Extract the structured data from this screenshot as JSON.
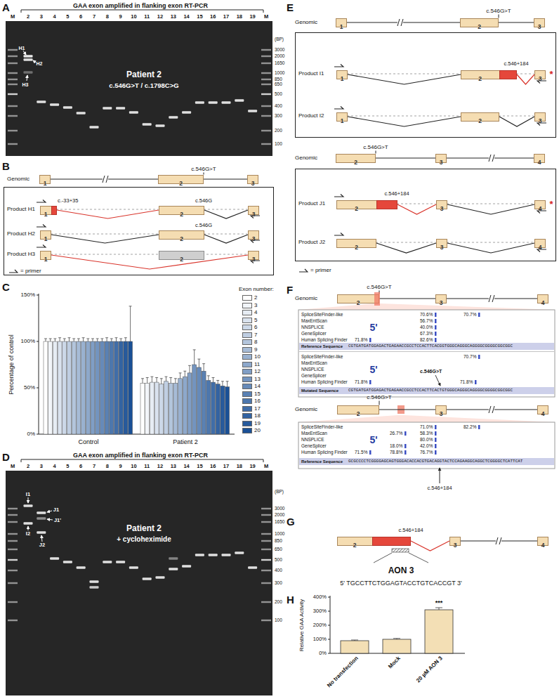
{
  "diagram": {
    "nodes": [
      {
        "text": [
          "1"
        ]
      },
      {
        "text": [
          "2"
        ]
      },
      {
        "text": [
          "3"
        ]
      },
      {
        "text": [
          "Product H1",
          "Product H2",
          "Product H3"
        ]
      },
      {
        "text": [
          "1"
        ],
        "in": 3
      },
      {
        "text": [
          "2"
        ],
        "in": 3
      },
      {
        "text": [
          "3"
        ],
        "in": 3
      },
      {
        "text": [
          "1"
        ],
        "in": 3
      },
      {
        "text": [
          "2"
        ],
        "in": 3
      },
      {
        "text": [
          "3"
        ],
        "in": 3
      },
      {
        "text": [
          "1"
        ],
        "in": 3
      },
      {
        "text": [
          "2"
        ],
        "in": 3
      },
      {
        "text": [
          "3"
        ],
        "in": 3
      },
      {
        "text": [
          "1"
        ]
      },
      {
        "text": [
          "2"
        ]
      },
      {
        "text": [
          "3"
        ]
      },
      {
        "text": [
          "Product I1",
          "Product I2"
        ]
      },
      {
        "text": [
          "1"
        ],
        "in": 16
      },
      {
        "text": [
          "2"
        ],
        "in": 16
      },
      {
        "text": [
          "3"
        ],
        "in": 16
      },
      {
        "text": [
          "1"
        ],
        "in": 16
      },
      {
        "text": [
          "2"
        ],
        "in": 16
      },
      {
        "text": [
          "3"
        ],
        "in": 16
      },
      {
        "text": [
          "2"
        ]
      },
      {
        "text": [
          "3"
        ]
      },
      {
        "text": [
          "4"
        ]
      },
      {
        "text": [
          "Product J1",
          "Product J2"
        ]
      },
      {
        "text": [
          "2"
        ],
        "in": 26
      },
      {
        "text": [
          "3"
        ],
        "in": 26
      },
      {
        "text": [
          "4"
        ],
        "in": 26
      },
      {
        "text": [
          "2"
        ],
        "in": 26
      },
      {
        "text": [
          "3"
        ],
        "in": 26
      },
      {
        "text": [
          "4"
        ],
        "in": 26
      },
      {
        "text": [
          "2"
        ]
      },
      {
        "text": [
          "3"
        ]
      },
      {
        "text": [
          "4"
        ]
      },
      {
        "text": [
          "2"
        ]
      },
      {
        "text": [
          "3"
        ]
      },
      {
        "text": [
          "4"
        ]
      },
      {
        "text": [
          "2"
        ]
      },
      {
        "text": [
          "3"
        ]
      },
      {
        "text": [
          "4"
        ]
      }
    ],
    "edges": [
      {
        "from": 0,
        "to": 1,
        "arrow": "none"
      },
      {
        "from": 1,
        "to": 2,
        "arrow": "none"
      },
      {
        "from": 4,
        "to": 5,
        "arrow": "none"
      },
      {
        "from": 5,
        "to": 6,
        "arrow": "none"
      },
      {
        "from": 7,
        "to": 8,
        "arrow": "none"
      },
      {
        "from": 8,
        "to": 9,
        "arrow": "none"
      },
      {
        "from": 10,
        "to": 12,
        "arrow": "none"
      },
      {
        "from": 13,
        "to": 14,
        "arrow": "none"
      },
      {
        "from": 14,
        "to": 15,
        "arrow": "none"
      },
      {
        "from": 17,
        "to": 18,
        "arrow": "none"
      },
      {
        "from": 18,
        "to": 19,
        "arrow": "none"
      },
      {
        "from": 20,
        "to": 21,
        "arrow": "none"
      },
      {
        "from": 21,
        "to": 22,
        "arrow": "none"
      },
      {
        "from": 23,
        "to": 24,
        "arrow": "none"
      },
      {
        "from": 24,
        "to": 25,
        "arrow": "none"
      },
      {
        "from": 27,
        "to": 28,
        "arrow": "none"
      },
      {
        "from": 28,
        "to": 29,
        "arrow": "none"
      },
      {
        "from": 30,
        "to": 31,
        "arrow": "none"
      },
      {
        "from": 31,
        "to": 32,
        "arrow": "none"
      },
      {
        "from": 33,
        "to": 34,
        "arrow": "none"
      },
      {
        "from": 34,
        "to": 35,
        "arrow": "none"
      },
      {
        "from": 36,
        "to": 37,
        "arrow": "none"
      },
      {
        "from": 37,
        "to": 38,
        "arrow": "none"
      },
      {
        "from": 39,
        "to": 40,
        "arrow": "none"
      },
      {
        "from": 40,
        "to": 41,
        "arrow": "none"
      }
    ],
    "labels": [
      "A",
      "GAA exon amplified in flanking exon RT-PCR",
      "M",
      "2",
      "3",
      "4",
      "5",
      "6",
      "7",
      "8",
      "9",
      "10",
      "11",
      "12",
      "13",
      "14",
      "15",
      "16",
      "17",
      "18",
      "19",
      "M",
      "(BP)",
      "3000",
      "2000",
      "1650",
      "1000",
      "850",
      "650",
      "500",
      "400",
      "300",
      "200",
      "100",
      "Patient 2",
      "c.546G>T / c.1798C>G",
      "H1",
      "H2",
      "H3",
      "B",
      "Genomic",
      "c.546G>T",
      "c.-33+35",
      "c.546G",
      "c.546G",
      "C",
      "Percentage of control",
      "150%",
      "100%",
      "50%",
      "0%",
      "Control",
      "Patient 2",
      "Exon number:",
      "D",
      "GAA exon amplified in flanking exon RT-PCR",
      "M",
      "2",
      "3",
      "4",
      "5",
      "6",
      "7",
      "8",
      "9",
      "10",
      "11",
      "12",
      "13",
      "14",
      "15",
      "16",
      "17",
      "18",
      "19",
      "M",
      "(BP)",
      "3000",
      "2000",
      "1650",
      "1000",
      "850",
      "650",
      "500",
      "400",
      "300",
      "200",
      "100",
      "Patient 2",
      "+ cycloheximide",
      "I1",
      "I2",
      "J1",
      "J1'",
      "J2",
      "E",
      "Genomic",
      "c.546G>T",
      "c.546+184",
      "*",
      "Genomic",
      "c.546G>T",
      "c.546+184",
      "*",
      "F",
      "Genomic",
      "c.546G>T",
      "SpliceSiteFinder-like",
      "MaxEntScan",
      "NNSPLICE",
      "GeneSplicer",
      "Human Splicing Finder",
      "5'",
      "70.6%",
      "70.7%",
      "56.7%",
      "40.0%",
      "67.3%",
      "82.6%",
      "71.8%",
      "Reference Sequence",
      "CGTGATGATGGAGACTGAGAACCGCCTCCACTTCACGGTGGGCAGGGCAGGGGCGGGGCGGCGGC",
      "SpliceSiteFinder-like",
      "MaxEntScan",
      "NNSPLICE",
      "GeneSplicer",
      "Human Splicing Finder",
      "5'",
      "70.7%",
      "71.8%",
      "71.8%",
      "c.546G>T",
      "Mutated Sequence",
      "CGTGATGATGGAGACTGAGAACCGCCTCCACTTCACTGTGGGCAGGGCAGGGGCGGGGCGGCGGC",
      "Genomic",
      "c.546G>T",
      "SpliceSiteFinder-like",
      "MaxEntScan",
      "NNSPLICE",
      "GeneSplicer",
      "Human Splicing Finder",
      "5'",
      "71.0%",
      "82.2%",
      "26.7%",
      "58.3%",
      "80.0%",
      "18.0%",
      "42.0%",
      "71.5%",
      "78.8%",
      "76.7%",
      "Reference Sequence",
      "GCGCCCCTCGGGGAGCAGTGGGACACCACGTGACAGGTACTCCAGAAGGCAGGCTCGGGGCTCATTCAT",
      "c.546+184",
      "G",
      "c.546+184",
      "AON 3",
      "5' TGCCTTCTGGAGTACCTGTCACCGT 3'",
      "H",
      "Relative GAA Activity",
      "400%",
      "300%",
      "200%",
      "100%",
      "0%",
      "No transfection",
      "Mock",
      "20 µM AON 3",
      "***"
    ],
    "legend": [
      {
        "text": "= primer"
      },
      {
        "text": "2",
        "color": "#ffffff"
      },
      {
        "text": "3",
        "color": "#f2f5f9"
      },
      {
        "text": "4",
        "color": "#e6ecf3"
      },
      {
        "text": "5",
        "color": "#d9e2ee"
      },
      {
        "text": "6",
        "color": "#ccd8e8"
      },
      {
        "text": "7",
        "color": "#bfcee2"
      },
      {
        "text": "8",
        "color": "#b3c5dc"
      },
      {
        "text": "9",
        "color": "#a6bbd6"
      },
      {
        "text": "10",
        "color": "#99b1d0"
      },
      {
        "text": "11",
        "color": "#8da8cb"
      },
      {
        "text": "12",
        "color": "#809ec5"
      },
      {
        "text": "13",
        "color": "#7394bf"
      },
      {
        "text": "14",
        "color": "#668ab9"
      },
      {
        "text": "15",
        "color": "#5a81b3"
      },
      {
        "text": "16",
        "color": "#4d77ad"
      },
      {
        "text": "17",
        "color": "#406da8"
      },
      {
        "text": "18",
        "color": "#3363a2"
      },
      {
        "text": "19",
        "color": "#275a9c"
      },
      {
        "text": "20",
        "color": "#1a5096"
      },
      {
        "text": "= primer"
      }
    ]
  }
}
